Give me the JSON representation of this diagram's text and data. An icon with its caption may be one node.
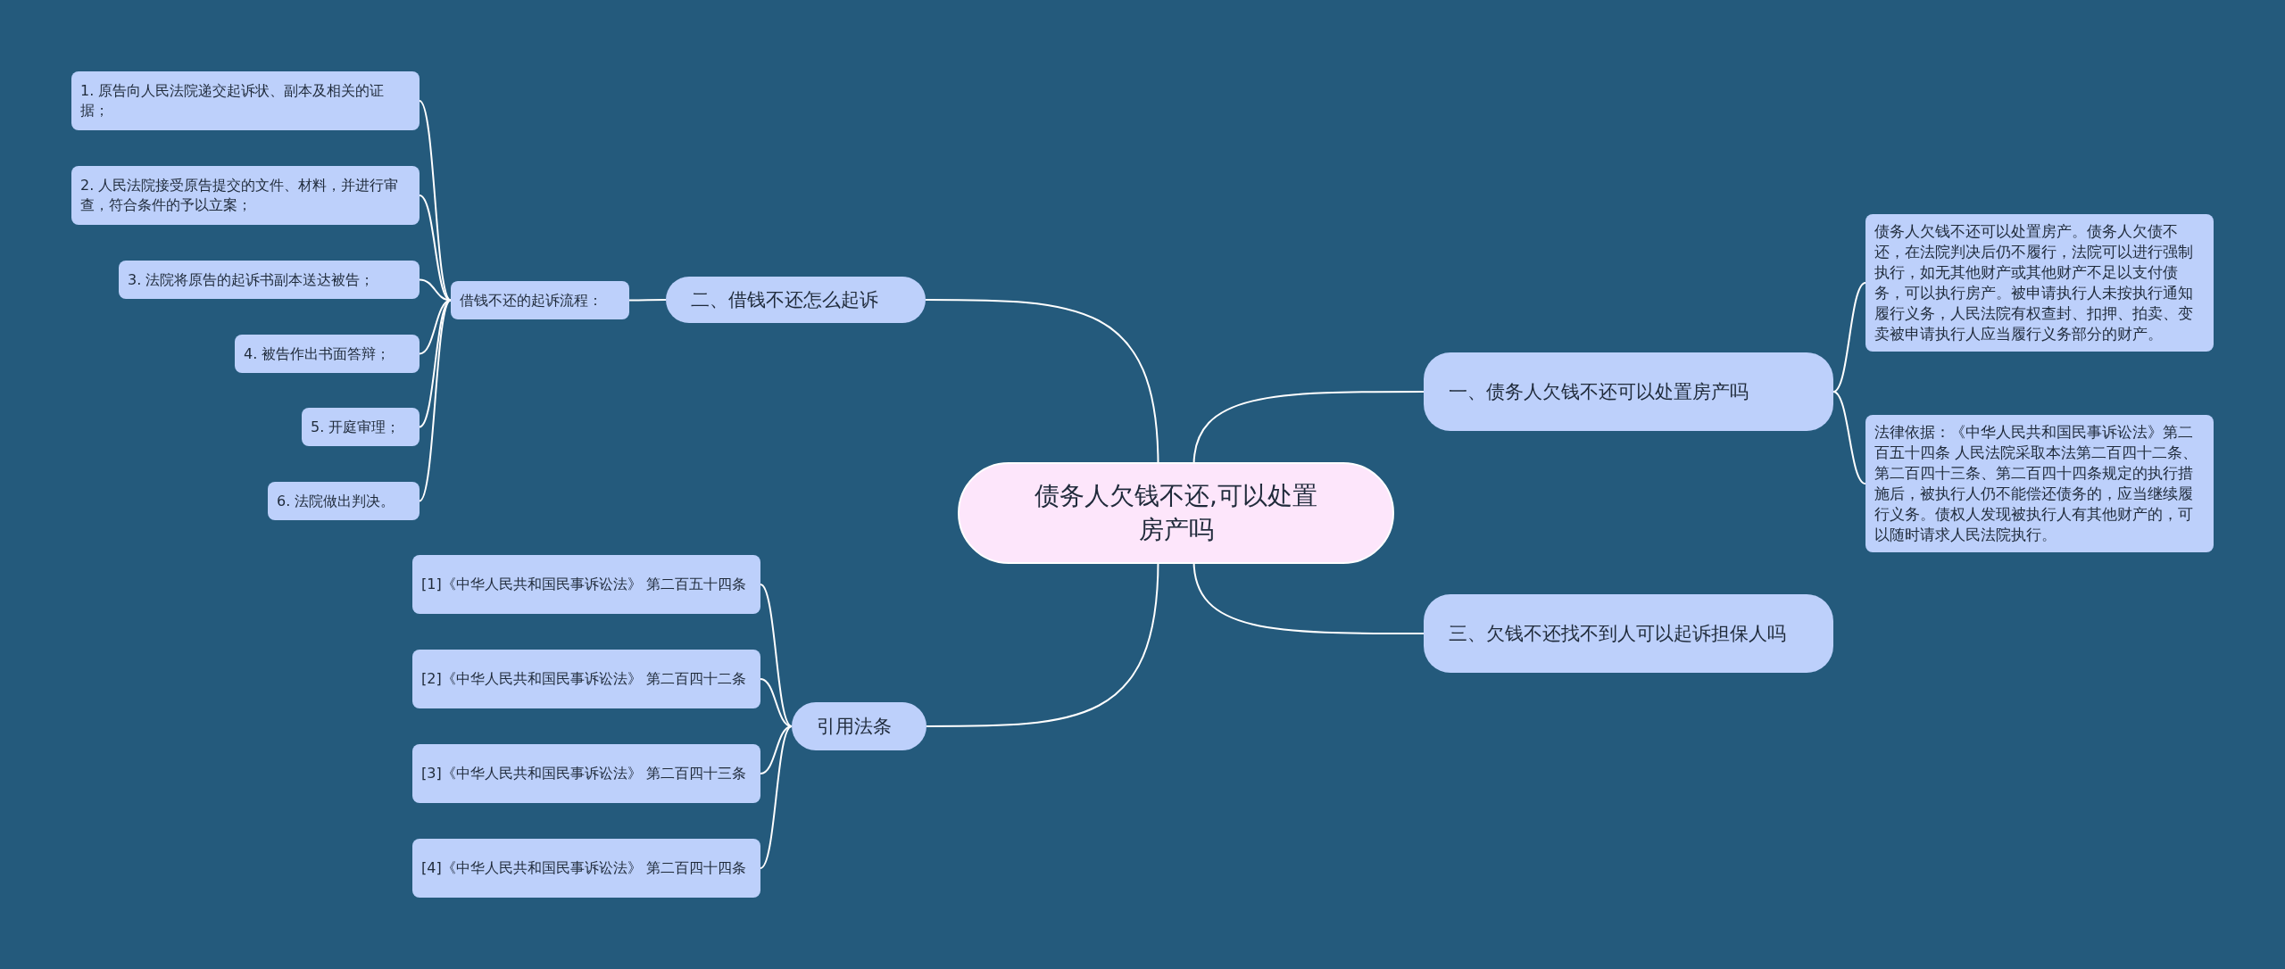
{
  "diagram": {
    "nodes": [
      {
        "text": [
          "债务人欠钱不还,可以处置房产吗"
        ]
      },
      {
        "text": [
          "一、债务人欠钱不还可以处置房产吗"
        ]
      },
      {
        "text": [
          "债务人欠钱不还可以处置房产。债务人欠债不还，在法院判决后仍不履行，法院可以进行强制执行，如无其他财产或其他财产不足以支付债务，可以执行房产。被申请执行人未按执行通知履行义务，人民法院有权查封、扣押、拍卖、变卖被申请执行人应当履行义务部分的财产。"
        ]
      },
      {
        "text": [
          "法律依据：《中华人民共和国民事诉讼法》第二百五十四条 人民法院采取本法第二百四十二条、第二百四十三条、第二百四十四条规定的执行措施后，被执行人仍不能偿还债务的，应当继续履行义务。债权人发现被执行人有其他财产的，可以随时请求人民法院执行。"
        ]
      },
      {
        "text": [
          "二、借钱不还怎么起诉"
        ]
      },
      {
        "text": [
          "借钱不还的起诉流程："
        ]
      },
      {
        "text": [
          "1. 原告向人民法院递交起诉状、副本及相关的证据；"
        ]
      },
      {
        "text": [
          "2. 人民法院接受原告提交的文件、材料，并进行审查，符合条件的予以立案；"
        ]
      },
      {
        "text": [
          "3. 法院将原告的起诉书副本送达被告；"
        ]
      },
      {
        "text": [
          "4. 被告作出书面答辩；"
        ]
      },
      {
        "text": [
          "5. 开庭审理；"
        ]
      },
      {
        "text": [
          "6. 法院做出判决。"
        ]
      },
      {
        "text": [
          "三、欠钱不还找不到人可以起诉担保人吗"
        ]
      },
      {
        "text": [
          "引用法条"
        ]
      },
      {
        "text": [
          "[1]《中华人民共和国民事诉讼法》 第二百五十四条"
        ]
      },
      {
        "text": [
          "[2]《中华人民共和国民事诉讼法》 第二百四十二条"
        ]
      },
      {
        "text": [
          "[3]《中华人民共和国民事诉讼法》 第二百四十三条"
        ]
      },
      {
        "text": [
          "[4]《中华人民共和国民事诉讼法》 第二百四十四条"
        ]
      }
    ],
    "edges": [
      {
        "from": 0,
        "to": 1,
        "arrow": "none"
      },
      {
        "from": 1,
        "to": 2,
        "arrow": "none"
      },
      {
        "from": 1,
        "to": 3,
        "arrow": "none"
      },
      {
        "from": 0,
        "to": 4,
        "arrow": "none"
      },
      {
        "from": 4,
        "to": 5,
        "arrow": "none"
      },
      {
        "from": 5,
        "to": 6,
        "arrow": "none"
      },
      {
        "from": 5,
        "to": 7,
        "arrow": "none"
      },
      {
        "from": 5,
        "to": 8,
        "arrow": "none"
      },
      {
        "from": 5,
        "to": 9,
        "arrow": "none"
      },
      {
        "from": 5,
        "to": 10,
        "arrow": "none"
      },
      {
        "from": 5,
        "to": 11,
        "arrow": "none"
      },
      {
        "from": 0,
        "to": 12,
        "arrow": "none"
      },
      {
        "from": 0,
        "to": 13,
        "arrow": "none"
      },
      {
        "from": 13,
        "to": 14,
        "arrow": "none"
      },
      {
        "from": 13,
        "to": 15,
        "arrow": "none"
      },
      {
        "from": 13,
        "to": 16,
        "arrow": "none"
      },
      {
        "from": 13,
        "to": 17,
        "arrow": "none"
      }
    ]
  }
}
